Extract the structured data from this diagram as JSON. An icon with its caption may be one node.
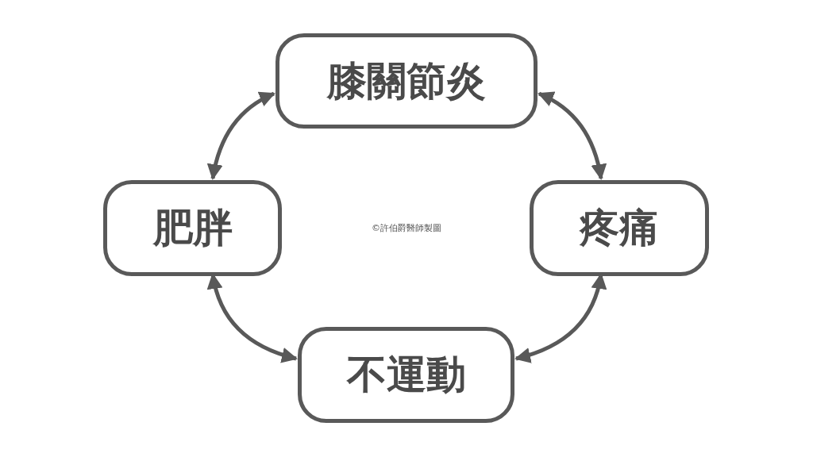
{
  "diagram": {
    "nodes": [
      {
        "text": [
          "膝關節炎"
        ]
      },
      {
        "text": [
          "疼痛"
        ]
      },
      {
        "text": [
          "不運動"
        ]
      },
      {
        "text": [
          "肥胖"
        ]
      }
    ],
    "edges": [
      {
        "from": 0,
        "to": 1,
        "arrow": "both"
      },
      {
        "from": 1,
        "to": 2,
        "arrow": "both"
      },
      {
        "from": 2,
        "to": 3,
        "arrow": "both"
      },
      {
        "from": 3,
        "to": 0,
        "arrow": "both"
      }
    ],
    "labels": [
      "©許伯爵醫師製圖"
    ]
  }
}
